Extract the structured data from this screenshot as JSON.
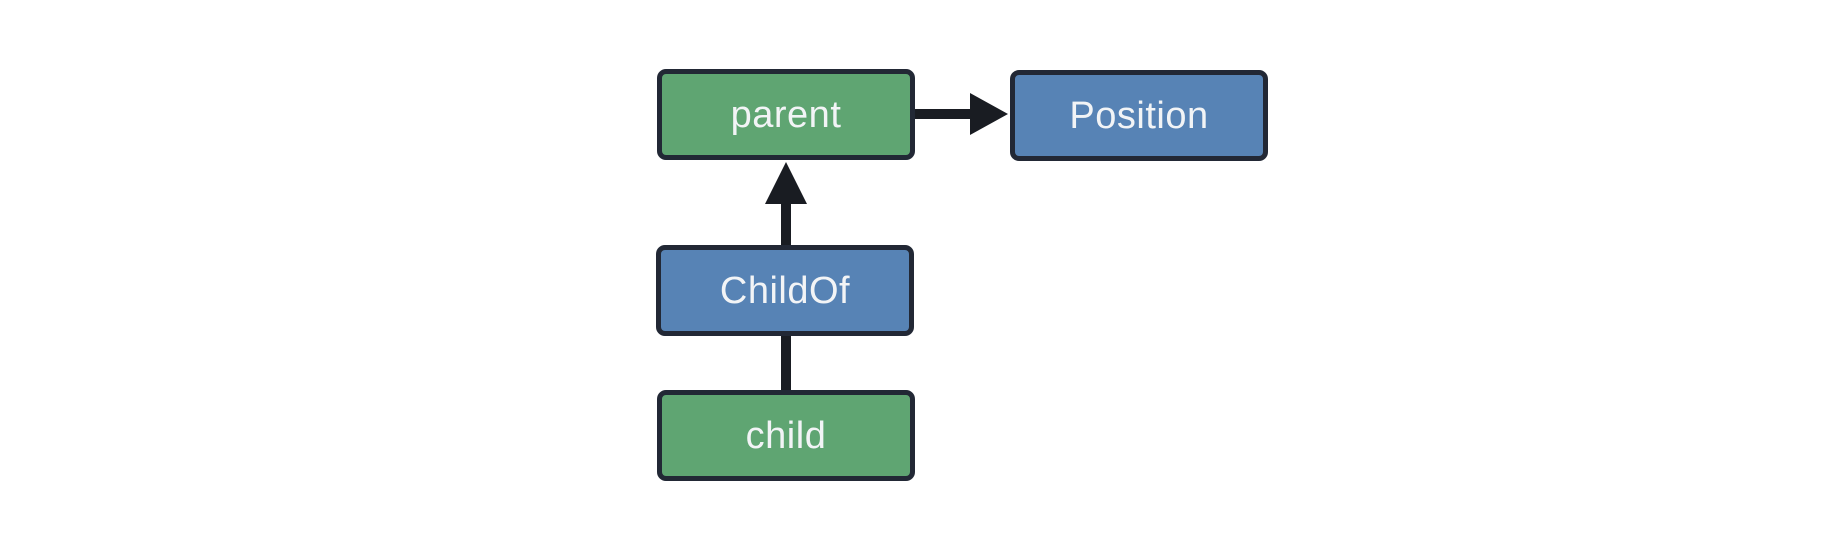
{
  "diagram": {
    "background": "#ffffff",
    "colors": {
      "entity_fill": "#5fa572",
      "relation_fill": "#5783b5",
      "node_border": "#222835",
      "arrow": "#191c22",
      "label_text": "#f2f4f6"
    },
    "nodes": [
      {
        "label": "parent",
        "fill": "#5fa572"
      },
      {
        "label": "Position",
        "fill": "#5783b5"
      },
      {
        "label": "ChildOf",
        "fill": "#5783b5"
      },
      {
        "label": "child",
        "fill": "#5fa572"
      }
    ],
    "edges": [
      {
        "from": "parent",
        "to": "Position",
        "arrowhead": true
      },
      {
        "from": "ChildOf",
        "to": "parent",
        "arrowhead": true
      },
      {
        "from": "child",
        "to": "ChildOf",
        "arrowhead": false
      }
    ]
  }
}
